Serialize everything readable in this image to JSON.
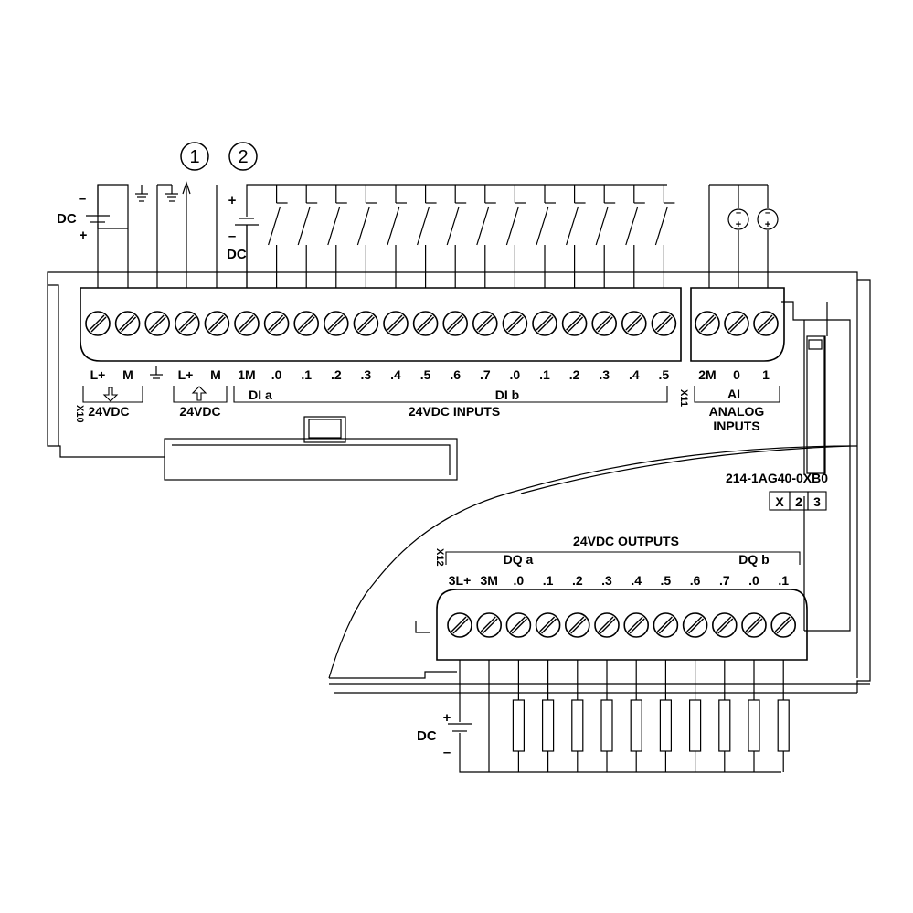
{
  "callouts": [
    "1",
    "2"
  ],
  "supply_top": {
    "label": "DC",
    "plus": "+",
    "minus": "–"
  },
  "inputs_supply": {
    "label": "DC",
    "plus": "+",
    "minus": "–"
  },
  "output_supply": {
    "label": "DC",
    "plus": "+",
    "minus": "–"
  },
  "connector_ids": {
    "x10": "X10",
    "x11": "X11",
    "x12": "X12"
  },
  "power_terminals": [
    "L+",
    "M",
    "",
    "L+",
    "M"
  ],
  "power_groups": {
    "sensor_supply": "24VDC",
    "power_in": "24VDC"
  },
  "input_terminals": [
    "1M",
    ".0",
    ".1",
    ".2",
    ".3",
    ".4",
    ".5",
    ".6",
    ".7",
    ".0",
    ".1",
    ".2",
    ".3",
    ".4",
    ".5"
  ],
  "input_groups": {
    "dia": "DI a",
    "dib": "DI b",
    "title": "24VDC INPUTS"
  },
  "analog_terminals": [
    "2M",
    "0",
    "1"
  ],
  "analog_groups": {
    "ai": "AI",
    "title_line1": "ANALOG",
    "title_line2": "INPUTS"
  },
  "part_number": "214-1AG40-0XB0",
  "version_boxes": [
    "X",
    "2",
    "3"
  ],
  "output_title": "24VDC OUTPUTS",
  "output_groups": {
    "dqa": "DQ a",
    "dqb": "DQ b"
  },
  "output_terminals": [
    "3L+",
    "3M",
    ".0",
    ".1",
    ".2",
    ".3",
    ".4",
    ".5",
    ".6",
    ".7",
    ".0",
    ".1"
  ]
}
